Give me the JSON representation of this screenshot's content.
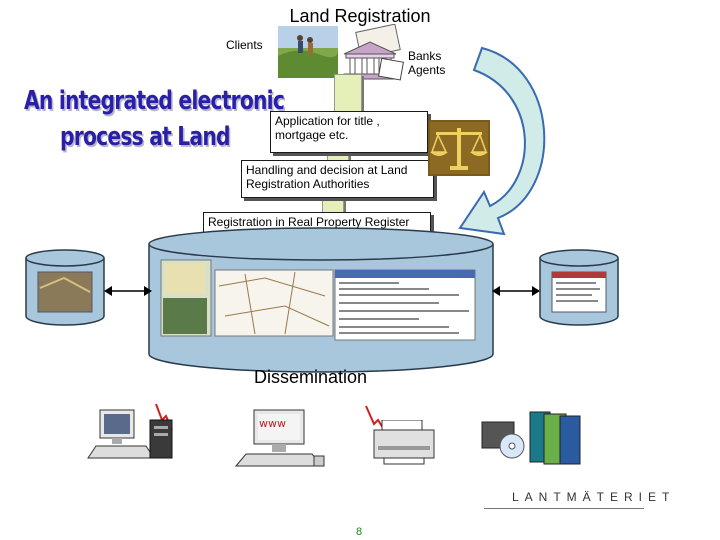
{
  "title": "Land Registration",
  "clients_label": "Clients",
  "banks_label": [
    "Banks",
    "Agents"
  ],
  "headline": [
    "An integrated electronic",
    "process at Land"
  ],
  "steps": [
    [
      "Application for title ,",
      "mortgage etc."
    ],
    [
      "Handling and decision at Land",
      "Registration Authorities"
    ],
    [
      "Registration in Real Property Register"
    ]
  ],
  "dissemination": "Dissemination",
  "web_label": "www",
  "logo": "LANTMÄTERIET",
  "page_number": "8",
  "colors": {
    "headline": "#2a1fa8",
    "connector": "#e4f0b8",
    "cylinder": "#a8c6dc",
    "arrow": "#d0ebe8"
  },
  "icons": [
    "clients-photo-icon",
    "banks-agents-icon",
    "scales-of-justice-icon",
    "database-cylinder-icon",
    "computer-icon",
    "server-icon",
    "web-computer-icon",
    "printer-icon",
    "publications-icon",
    "lightning-icon"
  ]
}
